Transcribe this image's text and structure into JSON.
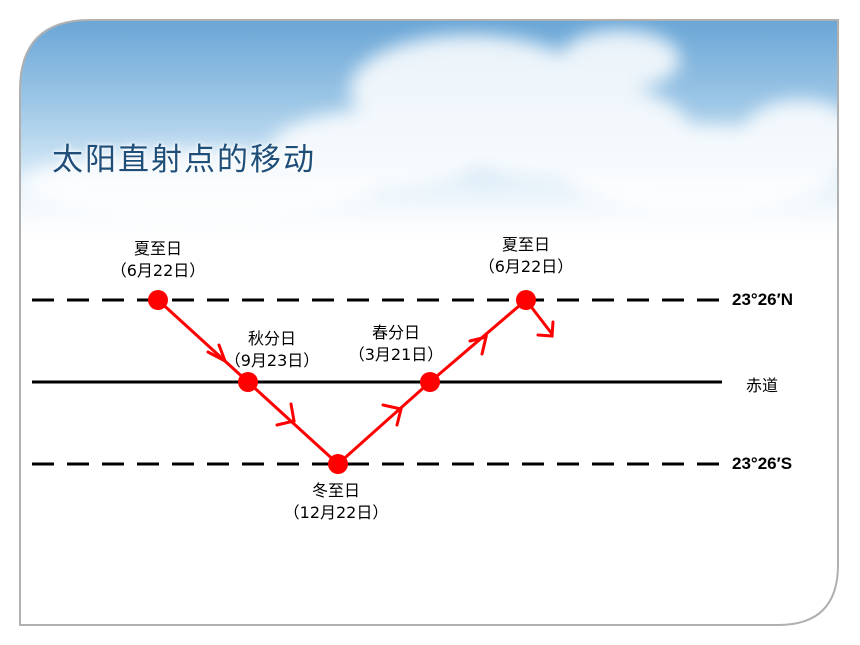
{
  "title": "太阳直射点的移动",
  "lines": {
    "north_tropic": "23°26′N",
    "equator": "赤道",
    "south_tropic": "23°26′S"
  },
  "points": [
    {
      "name": "夏至日",
      "date": "（6月22日）"
    },
    {
      "name": "秋分日",
      "date": "（9月23日）"
    },
    {
      "name": "冬至日",
      "date": "（12月22日）"
    },
    {
      "name": "春分日",
      "date": "（3月21日）"
    },
    {
      "name": "夏至日",
      "date": "（6月22日）"
    }
  ],
  "colors": {
    "path": "#ff0000",
    "title": "#1f4e79",
    "line": "#000000",
    "frame": "#b0b0b0"
  }
}
